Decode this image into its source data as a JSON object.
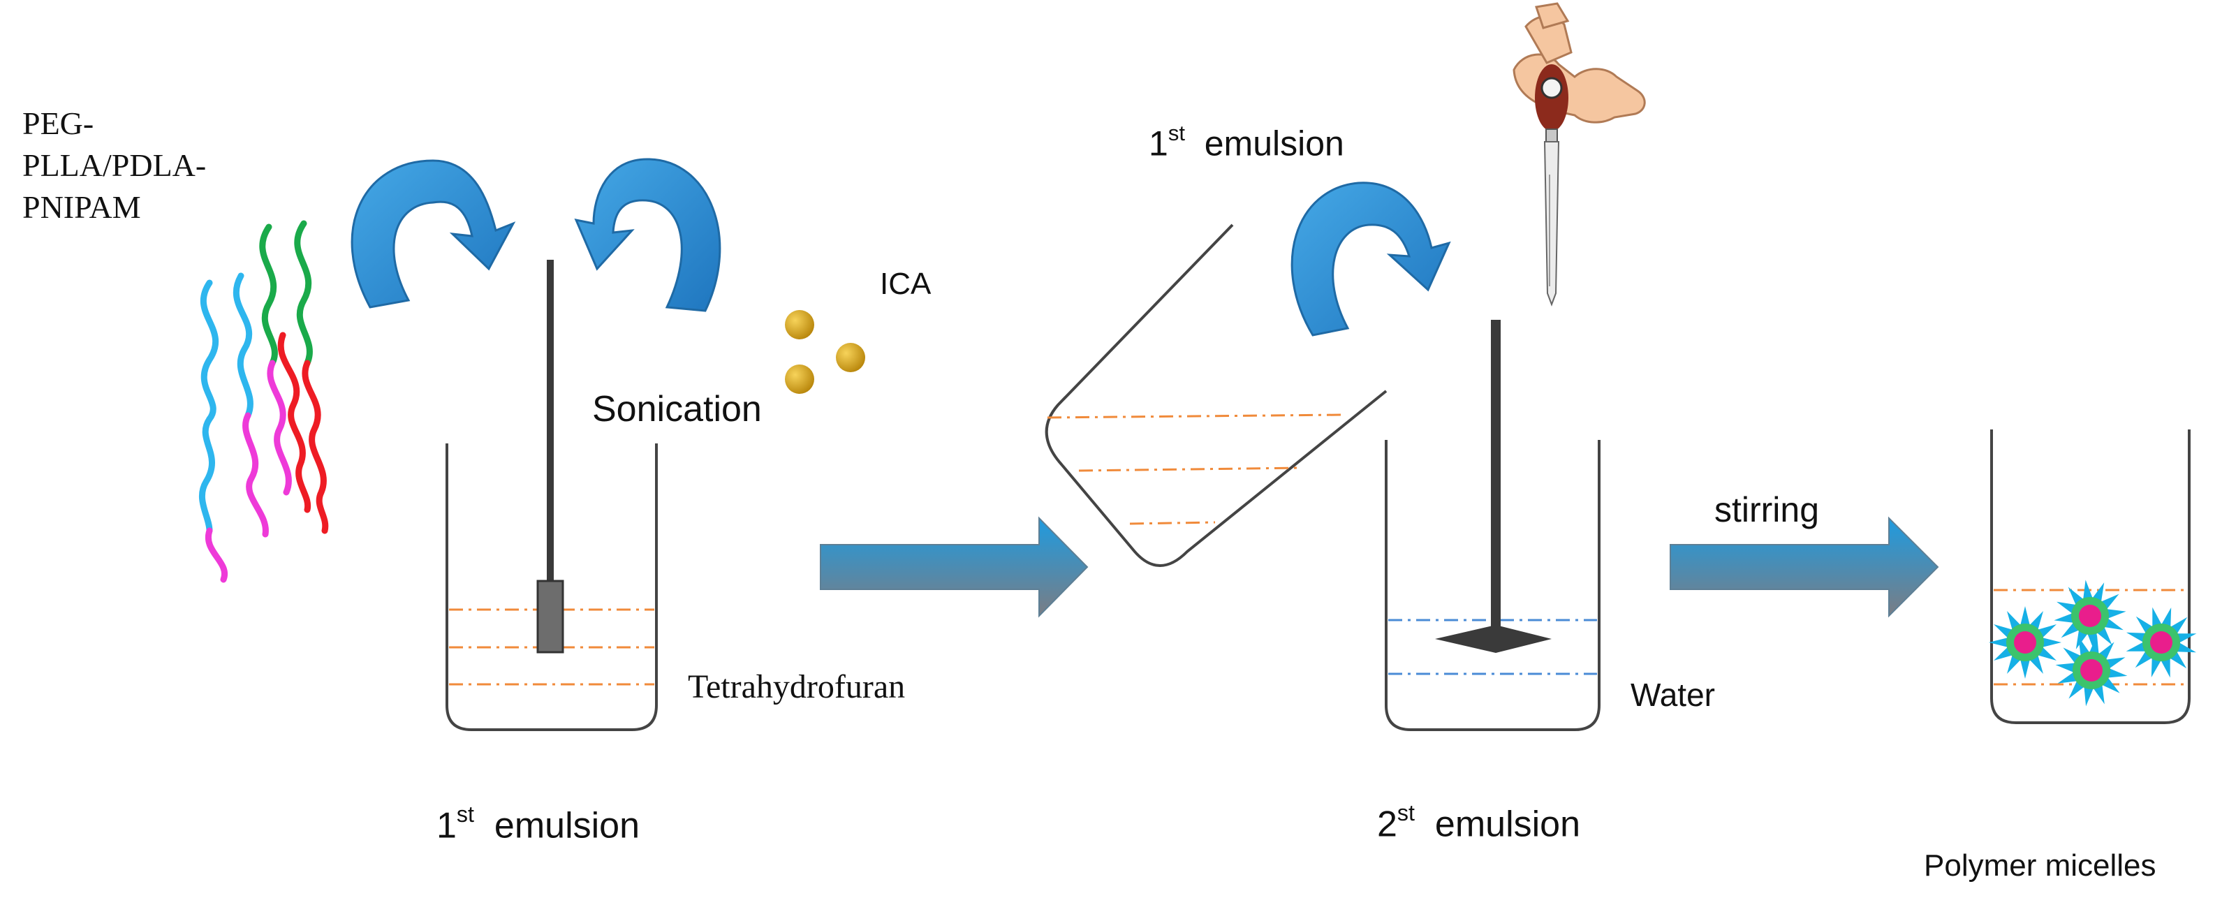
{
  "colors": {
    "arrow_fill": "#2f8fd0",
    "arrow_edge": "#1f6aa5",
    "block_arrow_top": "#1e9be0",
    "block_arrow_bottom": "#7a7d84",
    "strand_cyan": "#2eb6ee",
    "strand_green": "#1aaa4a",
    "strand_red": "#ee1c24",
    "strand_magenta": "#ee3ad8",
    "organic_layer_line": "#f08a3a",
    "water_layer_line": "#4a8bd6",
    "ica_particle": "#d4a017",
    "micelle_core": "#e91e8c",
    "micelle_shell": "#16b0e6",
    "micelle_inner": "#3cc36c"
  },
  "icons": [
    "curved-arrow-icon",
    "sonication-probe-icon",
    "stirrer-icon",
    "dropper-hand-icon",
    "polymer-chain-icon",
    "ica-particle-icon",
    "micelle-icon",
    "block-arrow-icon"
  ],
  "labels": {
    "polymer_line1": "PEG-",
    "polymer_line2": "PLLA/PDLA-",
    "polymer_line3": "PNIPAM",
    "ica": "ICA",
    "sonication": "Sonication",
    "solvent": "Tetrahydrofuran",
    "first_emulsion_bottom_num": "1",
    "first_emulsion_bottom_sup": "st",
    "first_emulsion_bottom_word": "emulsion",
    "first_emulsion_top_num": "1",
    "first_emulsion_top_sup": "st",
    "first_emulsion_top_word": "emulsion",
    "water": "Water",
    "second_emulsion_num": "2",
    "second_emulsion_sup": "st",
    "second_emulsion_word": "emulsion",
    "stirring": "stirring",
    "product": "Polymer micelles"
  }
}
